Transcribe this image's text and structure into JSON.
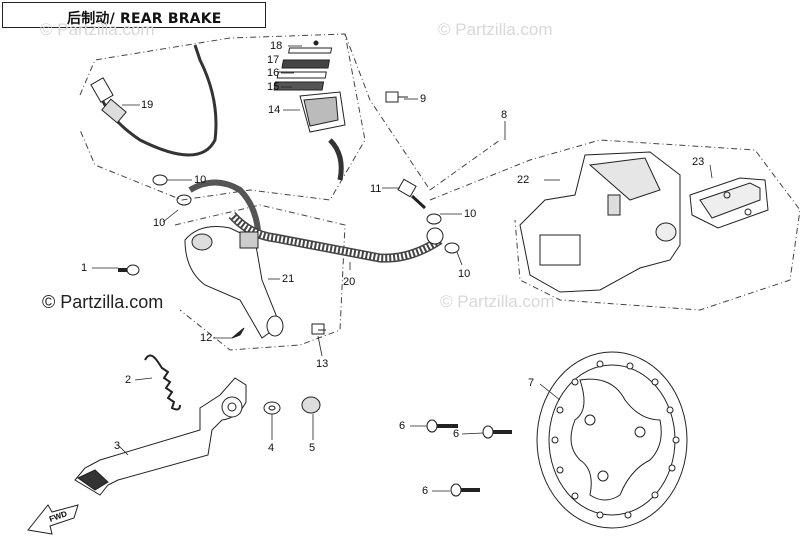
{
  "title": "后制动/ REAR BRAKE",
  "watermarks": {
    "top_left": "© Partzilla.com",
    "top_right": "© Partzilla.com",
    "mid_left": "© Partzilla.com",
    "mid_right": "© Partzilla.com"
  },
  "fwd_label": "FWD",
  "callouts": [
    "1",
    "2",
    "3",
    "4",
    "5",
    "6",
    "6",
    "6",
    "7",
    "8",
    "9",
    "10",
    "10",
    "10",
    "10",
    "11",
    "12",
    "13",
    "14",
    "15",
    "16",
    "17",
    "18",
    "19",
    "20",
    "21",
    "22",
    "23"
  ]
}
